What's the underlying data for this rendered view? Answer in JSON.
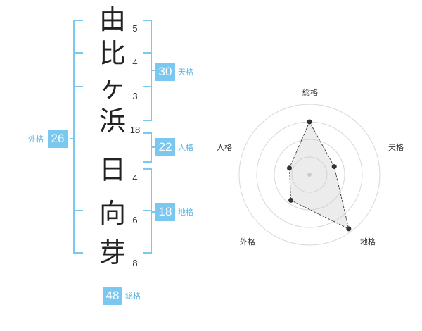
{
  "name": {
    "surname": [
      {
        "char": "由",
        "strokes": "5"
      },
      {
        "char": "比",
        "strokes": "4"
      },
      {
        "char": "ヶ",
        "strokes": "3"
      },
      {
        "char": "浜",
        "strokes": "18"
      }
    ],
    "given": [
      {
        "char": "日",
        "strokes": "4"
      },
      {
        "char": "向",
        "strokes": "6"
      },
      {
        "char": "芽",
        "strokes": "8"
      }
    ]
  },
  "fortunes": {
    "tenkaku": {
      "value": "30",
      "label": "天格"
    },
    "jinkaku": {
      "value": "22",
      "label": "人格"
    },
    "chikaku": {
      "value": "18",
      "label": "地格"
    },
    "gaikaku": {
      "value": "26",
      "label": "外格"
    },
    "soukaku": {
      "value": "48",
      "label": "総格"
    }
  },
  "colors": {
    "bracket": "#7ac8f0",
    "badge": "#7ac8f0",
    "label": "#5bb5e5"
  },
  "chart_data": {
    "type": "radar",
    "axes": [
      "総格",
      "天格",
      "地格",
      "外格",
      "人格"
    ],
    "values": [
      0.75,
      0.37,
      0.95,
      0.45,
      0.3
    ],
    "range": [
      0,
      1
    ],
    "rings": 4,
    "grid": true
  }
}
